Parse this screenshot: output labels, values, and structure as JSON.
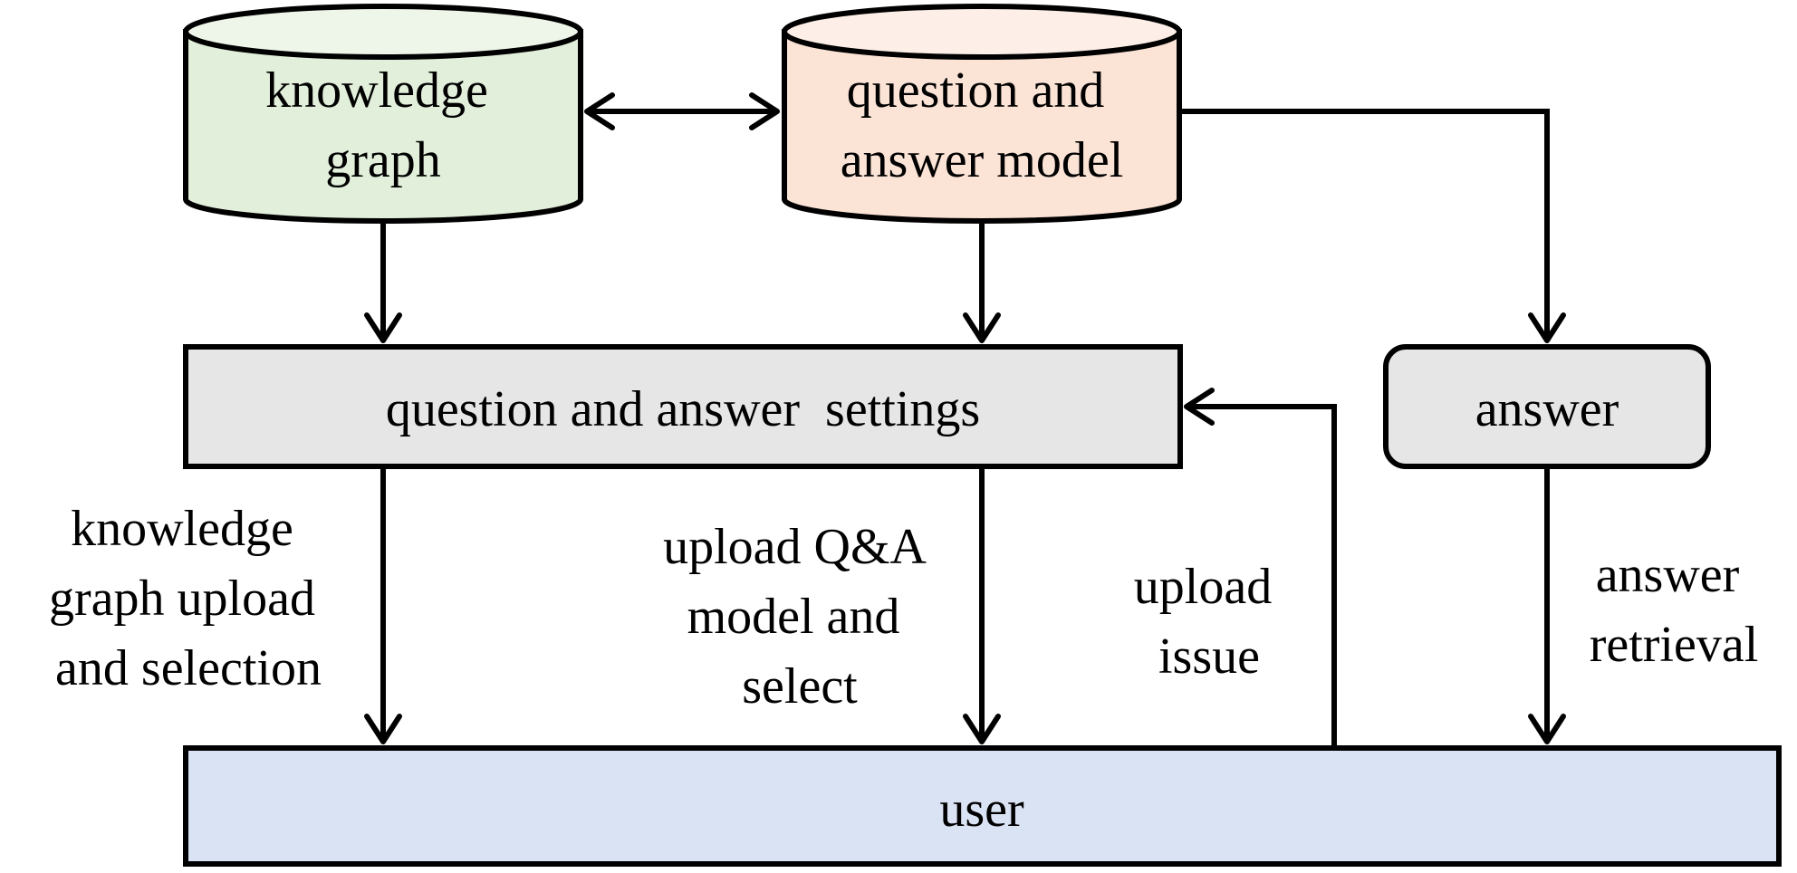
{
  "nodes": {
    "knowledge_graph": {
      "lines": [
        "knowledge",
        "graph"
      ],
      "fill": "#e2efda",
      "top": "#eef6e9"
    },
    "qa_model": {
      "lines": [
        "question and",
        "answer model"
      ],
      "fill": "#fbe3d6",
      "top": "#fdefe7"
    },
    "qa_settings": {
      "label": "question and answer  settings",
      "fill": "#e6e6e6"
    },
    "answer": {
      "label": "answer",
      "fill": "#e6e6e6"
    },
    "user": {
      "label": "user",
      "fill": "#dae3f3"
    }
  },
  "edges": {
    "kg_upload": {
      "lines": [
        "knowledge",
        "graph upload",
        "and selection"
      ]
    },
    "model_upload": {
      "lines": [
        "upload Q&A",
        "model and",
        "select"
      ]
    },
    "upload_issue": {
      "lines": [
        "upload",
        "issue"
      ]
    },
    "answer_retrieval": {
      "lines": [
        "answer",
        "retrieval"
      ]
    }
  }
}
